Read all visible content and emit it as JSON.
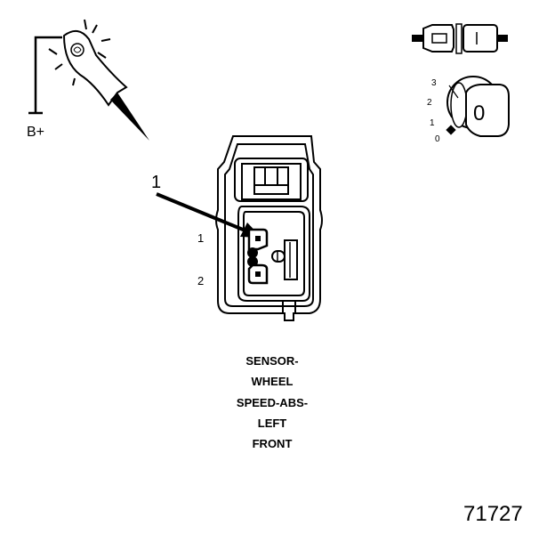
{
  "probe": {
    "label": "B+"
  },
  "callout": {
    "number": "1"
  },
  "connector": {
    "pins": [
      {
        "label": "1"
      },
      {
        "label": "2"
      }
    ]
  },
  "ignition": {
    "positions": [
      "3",
      "2",
      "1",
      "0"
    ],
    "key_label": "0"
  },
  "caption": {
    "lines": [
      "SENSOR-",
      "WHEEL",
      "SPEED-ABS-",
      "LEFT",
      "FRONT"
    ]
  },
  "figure_number": "71727"
}
